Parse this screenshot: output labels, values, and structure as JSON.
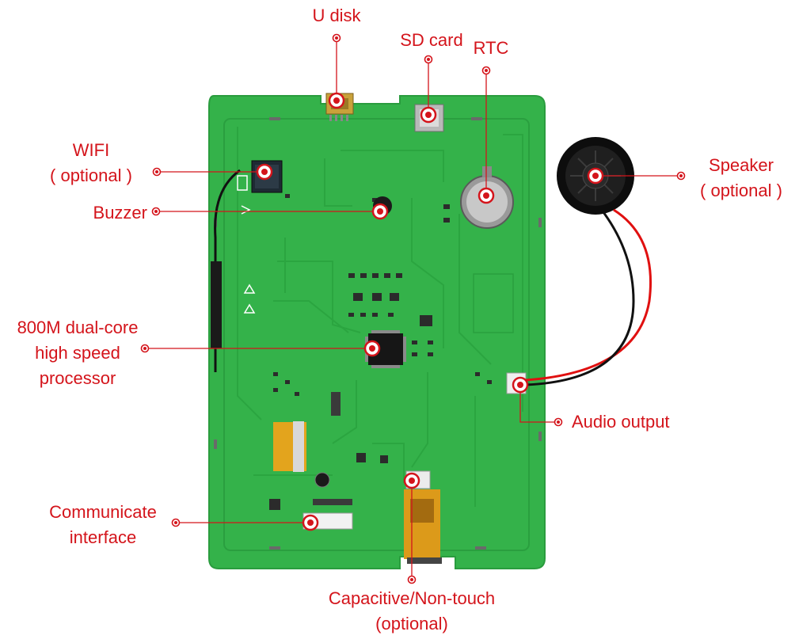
{
  "colors": {
    "label": "#d4141b",
    "board": "#34b24a",
    "board_dark": "#259638",
    "trace": "#2da642",
    "chip": "#1c1c1c",
    "ffc": "#e8a51f",
    "connector": "#efefef",
    "wire_red": "#e01010",
    "wire_black": "#111111"
  },
  "labels": {
    "u_disk": "U disk",
    "sd_card": "SD card",
    "rtc": "RTC",
    "wifi_line1": "WIFI",
    "wifi_line2": "( optional )",
    "buzzer": "Buzzer",
    "processor_line1": "800M dual-core",
    "processor_line2": "high speed",
    "processor_line3": "processor",
    "speaker_line1": "Speaker",
    "speaker_line2": "( optional )",
    "audio_output": "Audio output",
    "communicate_line1": "Communicate",
    "communicate_line2": "interface",
    "touch_line1": "Capacitive/Non-touch",
    "touch_line2": "(optional)"
  }
}
